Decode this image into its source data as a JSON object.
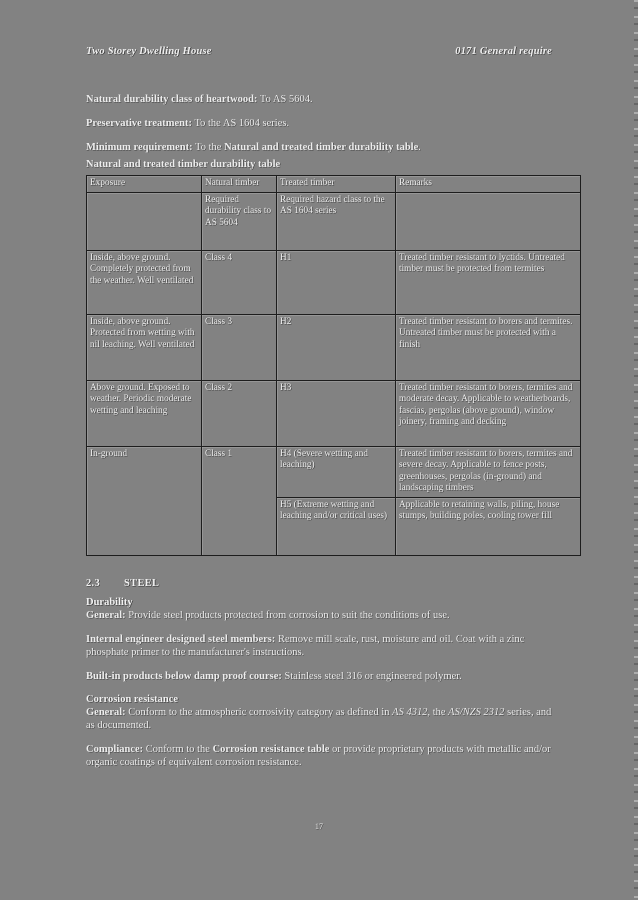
{
  "header": {
    "left": "Two Storey Dwelling House",
    "right": "0171 General require"
  },
  "intro": {
    "p1_label": "Natural durability class of heartwood:",
    "p1_text": " To AS 5604.",
    "p2_label": "Preservative treatment:",
    "p2_text": " To the AS 1604 series.",
    "p3_label": "Minimum requirement:",
    "p3_text": " To the ",
    "p3_ref": "Natural and treated timber durability table",
    "p3_end": ".",
    "table_caption": "Natural and treated timber durability table"
  },
  "table": {
    "headers": [
      "Exposure",
      "Natural timber",
      "Treated timber",
      "Remarks"
    ],
    "subheaders": [
      "",
      "Required durability class to AS 5604",
      "Required hazard class to the AS 1604 series",
      ""
    ],
    "rows": [
      {
        "exposure": "Inside, above ground. Completely protected from the weather. Well ventilated",
        "natural": "Class 4",
        "treated": "H1",
        "remarks": "Treated timber resistant to lyctids. Untreated timber must be protected from termites"
      },
      {
        "exposure": "Inside, above ground. Protected from wetting with nil leaching. Well ventilated",
        "natural": "Class 3",
        "treated": "H2",
        "remarks": "Treated timber resistant to borers and termites. Untreated timber must be protected with a finish"
      },
      {
        "exposure": "Above ground. Exposed to weather. Periodic moderate wetting and leaching",
        "natural": "Class 2",
        "treated": "H3",
        "remarks": "Treated timber resistant to borers, termites and moderate decay. Applicable to weatherboards, fascias, pergolas (above ground), window joinery, framing and decking"
      },
      {
        "exposure": "In-ground",
        "natural": "Class 1",
        "treated": "H4 (Severe wetting and leaching)",
        "remarks": "Treated timber resistant to borers, termites and severe decay. Applicable to fence posts, greenhouses, pergolas (in-ground) and landscaping timbers"
      },
      {
        "exposure": "",
        "natural": "",
        "treated": "H5 (Extreme wetting and leaching and/or critical uses)",
        "remarks": "Applicable to retaining walls, piling, house stumps, building poles, cooling tower fill"
      }
    ]
  },
  "steel": {
    "number": "2.3",
    "title": "STEEL",
    "durability_head": "Durability",
    "general_label": "General:",
    "general_text": " Provide steel products protected from corrosion to suit the conditions of use.",
    "internal_label": "Internal engineer designed steel members:",
    "internal_text": " Remove mill scale, rust, moisture and oil. Coat with a zinc phosphate primer to the manufacturer's instructions.",
    "builtin_label": "Built-in products below damp proof course:",
    "builtin_text": " Stainless steel 316 or engineered polymer.",
    "corrosion_head": "Corrosion resistance",
    "corr_general_label": "General:",
    "corr_general_text": " Conform to the atmospheric corrosivity category as defined in ",
    "corr_ref1": "AS 4312",
    "corr_mid": ", the ",
    "corr_ref2": "AS/NZS 2312",
    "corr_general_end": " series, and as documented.",
    "compliance_label": "Compliance:",
    "compliance_text": " Conform to the ",
    "compliance_ref": "Corrosion resistance table",
    "compliance_end": " or provide proprietary products with metallic and/or organic coatings of equivalent corrosion resistance."
  },
  "footer": {
    "page_number": "17"
  }
}
